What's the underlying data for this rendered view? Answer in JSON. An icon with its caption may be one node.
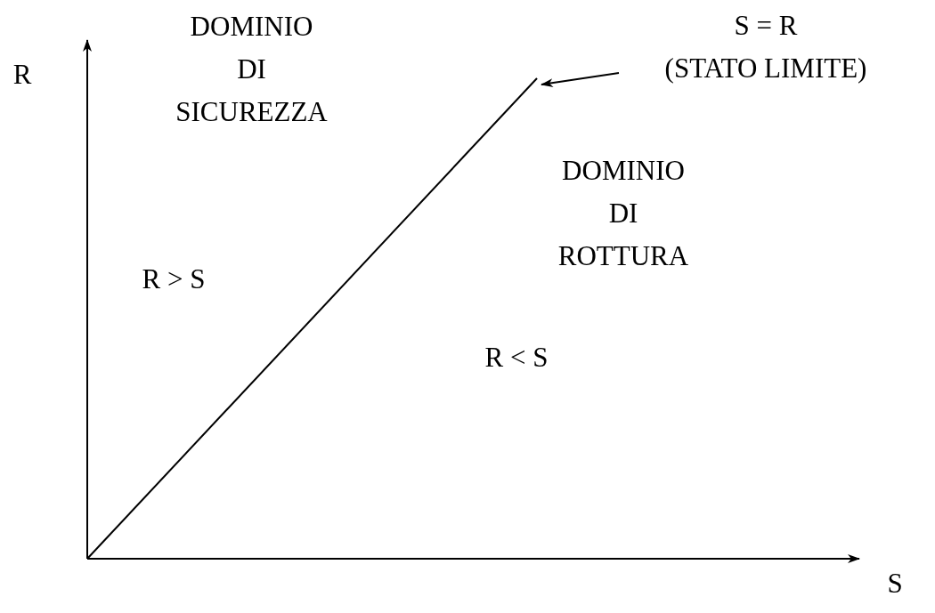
{
  "diagram": {
    "nodes": [
      {
        "text": [
          "S = R",
          "(STATO LIMITE)"
        ]
      },
      {
        "text": [],
        "shape": "line"
      }
    ],
    "edges": [
      {
        "from": 0,
        "to": 1,
        "arrow": "to"
      }
    ],
    "labels": [
      "R",
      "DOMINIO DI SICUREZZA",
      "DOMINIO DI ROTTURA",
      "R > S",
      "R < S",
      "S"
    ]
  }
}
